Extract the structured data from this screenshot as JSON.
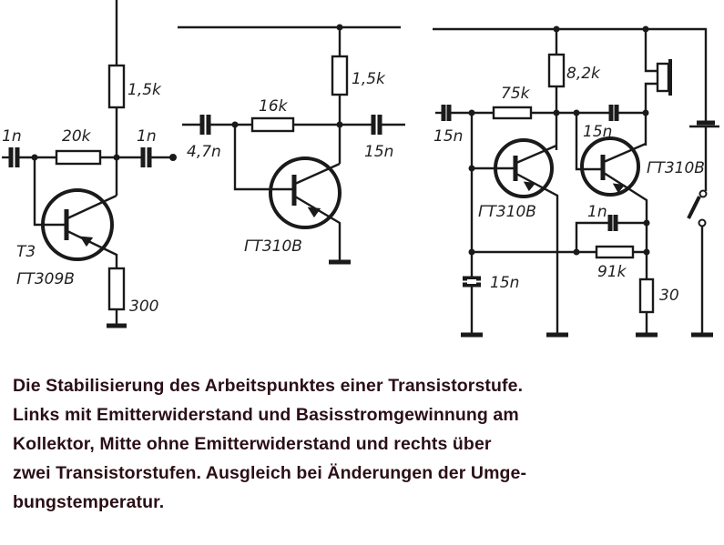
{
  "left_circuit": {
    "cap_in": "1n",
    "r_base": "20k",
    "cap_out": "1n",
    "r_collector": "1,5k",
    "transistor_ref": "T3",
    "transistor_type": "ГТ309В",
    "r_emitter": "300"
  },
  "middle_circuit": {
    "cap_in": "4,7n",
    "r_base": "16k",
    "r_collector": "1,5k",
    "cap_out": "15n",
    "transistor_type": "ГТ310В"
  },
  "right_circuit": {
    "cap_in": "15n",
    "r_base": "75k",
    "r_collector": "8,2k",
    "cap_coupling": "15n",
    "transistor1_type": "ГТ310В",
    "transistor2_type": "ГТ310В",
    "cap_feedback": "1n",
    "r_feedback": "91k",
    "cap_ground": "15n",
    "r_emitter": "30"
  },
  "caption": {
    "lines": [
      "Die Stabilisierung des Arbeitspunktes einer Transistorstufe.",
      "Links mit Emitterwiderstand und Basisstromgewinnung am",
      "Kollektor, Mitte ohne Emitterwiderstand und rechts über",
      "zwei Transistorstufen. Ausgleich bei Änderungen der Umge-",
      "bungstemperatur."
    ]
  },
  "colors": {
    "caption_text": "#2a0f16",
    "ink": "#1a1a1a"
  }
}
